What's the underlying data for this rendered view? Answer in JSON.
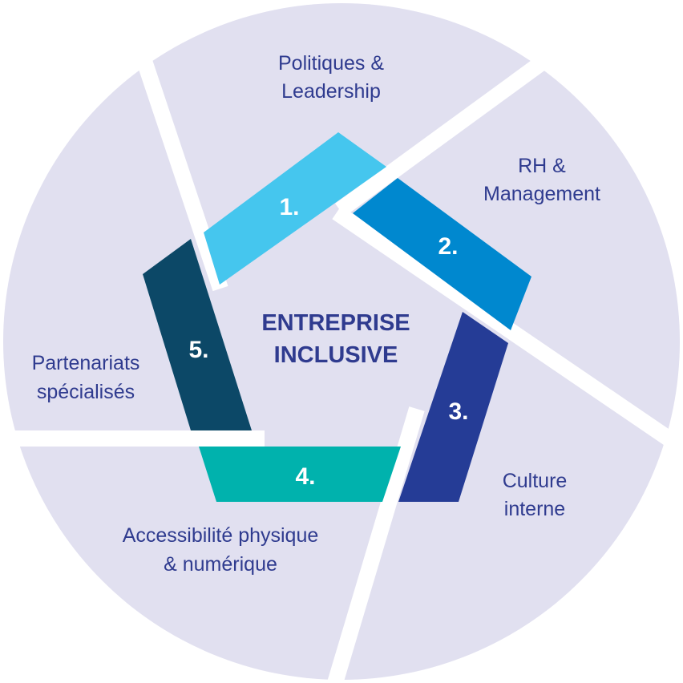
{
  "center": {
    "line1": "ENTREPRISE",
    "line2": "INCLUSIVE"
  },
  "segments": [
    {
      "number": "1.",
      "title_line1": "Politiques &",
      "title_line2": "Leadership",
      "color": "#45c6ee"
    },
    {
      "number": "2.",
      "title_line1": "RH &",
      "title_line2": "Management",
      "color": "#0088cf"
    },
    {
      "number": "3.",
      "title_line1": "Culture",
      "title_line2": "interne",
      "color": "#253c96"
    },
    {
      "number": "4.",
      "title_line1": "Accessibilité physique",
      "title_line2": "& numérique",
      "color": "#00b2ad"
    },
    {
      "number": "5.",
      "title_line1": "Partenariats",
      "title_line2": "spécialisés",
      "color": "#0c4867"
    }
  ],
  "colors": {
    "circle": "#e1e0f0",
    "separator": "#ffffff",
    "text": "#2f3b8f"
  }
}
